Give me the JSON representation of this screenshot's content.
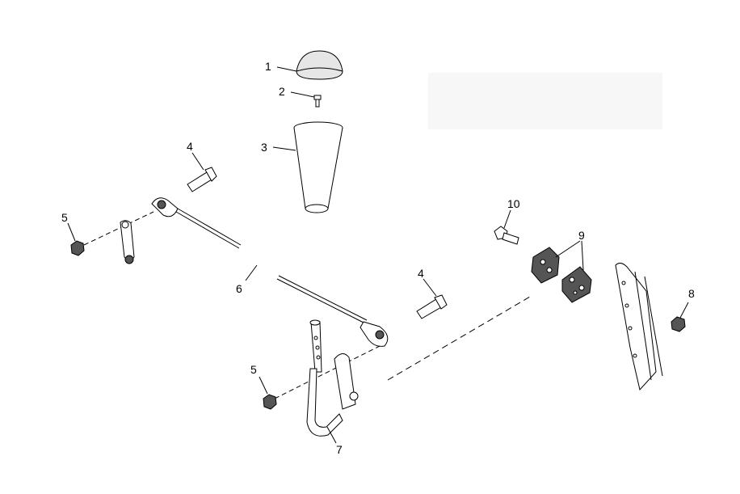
{
  "callouts": {
    "c1": "1",
    "c2": "2",
    "c3": "3",
    "c4a": "4",
    "c4b": "4",
    "c5a": "5",
    "c5b": "5",
    "c6": "6",
    "c7": "7",
    "c8": "8",
    "c9": "9",
    "c10": "10"
  }
}
